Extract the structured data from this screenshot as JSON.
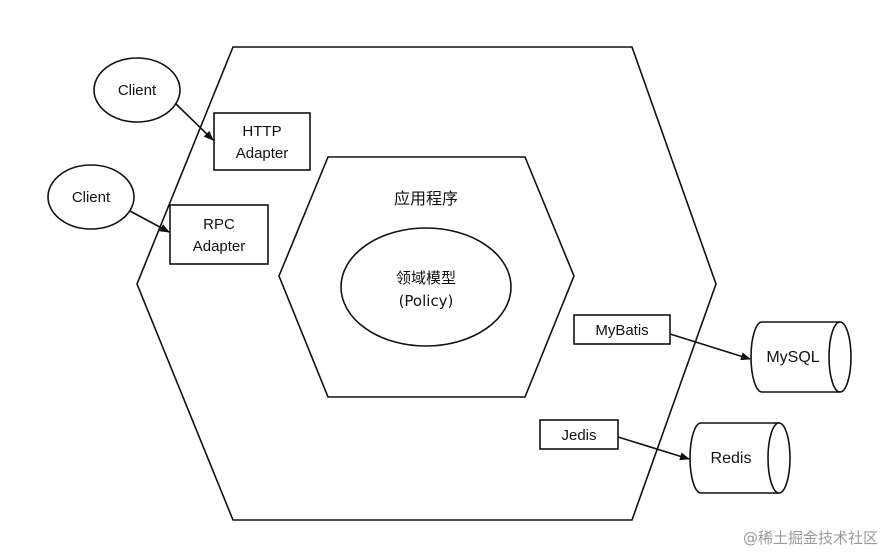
{
  "diagram": {
    "outer_layer": {
      "label": ""
    },
    "application_layer": {
      "label": "应用程序"
    },
    "domain_model": {
      "line1": "领域模型",
      "line2": "(Policy)"
    },
    "clients": [
      {
        "label": "Client"
      },
      {
        "label": "Client"
      }
    ],
    "adapters": {
      "http": {
        "line1": "HTTP",
        "line2": "Adapter"
      },
      "rpc": {
        "line1": "RPC",
        "line2": "Adapter"
      },
      "mybatis": {
        "label": "MyBatis"
      },
      "jedis": {
        "label": "Jedis"
      }
    },
    "datastores": {
      "mysql": {
        "label": "MySQL"
      },
      "redis": {
        "label": "Redis"
      }
    }
  },
  "watermark": {
    "text": "@稀土掘金技术社区"
  },
  "colors": {
    "stroke": "#111111",
    "background": "#ffffff",
    "watermark": "#9a9a9a"
  }
}
